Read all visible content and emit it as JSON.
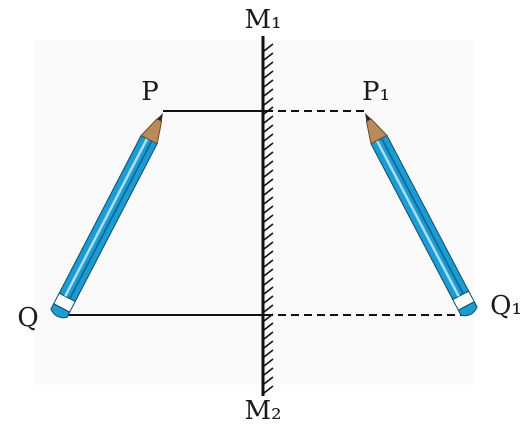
{
  "labels": {
    "mirror_top": "M₁",
    "mirror_bottom": "M₂",
    "object_top": "P",
    "object_bottom": "Q",
    "image_top": "P₁",
    "image_bottom": "Q₁"
  },
  "colors": {
    "line": "#111111",
    "pencil_body": "#1e9bd3",
    "pencil_stripe": "#a9dff3",
    "pencil_wood": "#b98a5a",
    "pencil_lead": "#2a2a2a",
    "eraser_band": "#ffffff",
    "eraser": "#1e9bd3"
  }
}
